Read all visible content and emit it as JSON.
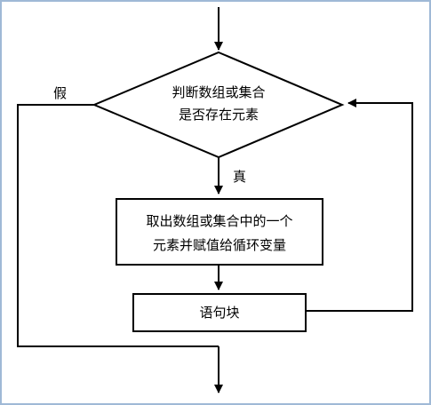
{
  "flowchart": {
    "decision": {
      "line1": "判断数组或集合",
      "line2": "是否存在元素"
    },
    "branch_true": "真",
    "branch_false": "假",
    "assign_box": {
      "line1": "取出数组或集合中的一个",
      "line2": "元素并赋值给循环变量"
    },
    "body_box": "语句块"
  },
  "colors": {
    "frame": "#9fb9d6",
    "stroke": "#000000",
    "background": "#ffffff"
  }
}
